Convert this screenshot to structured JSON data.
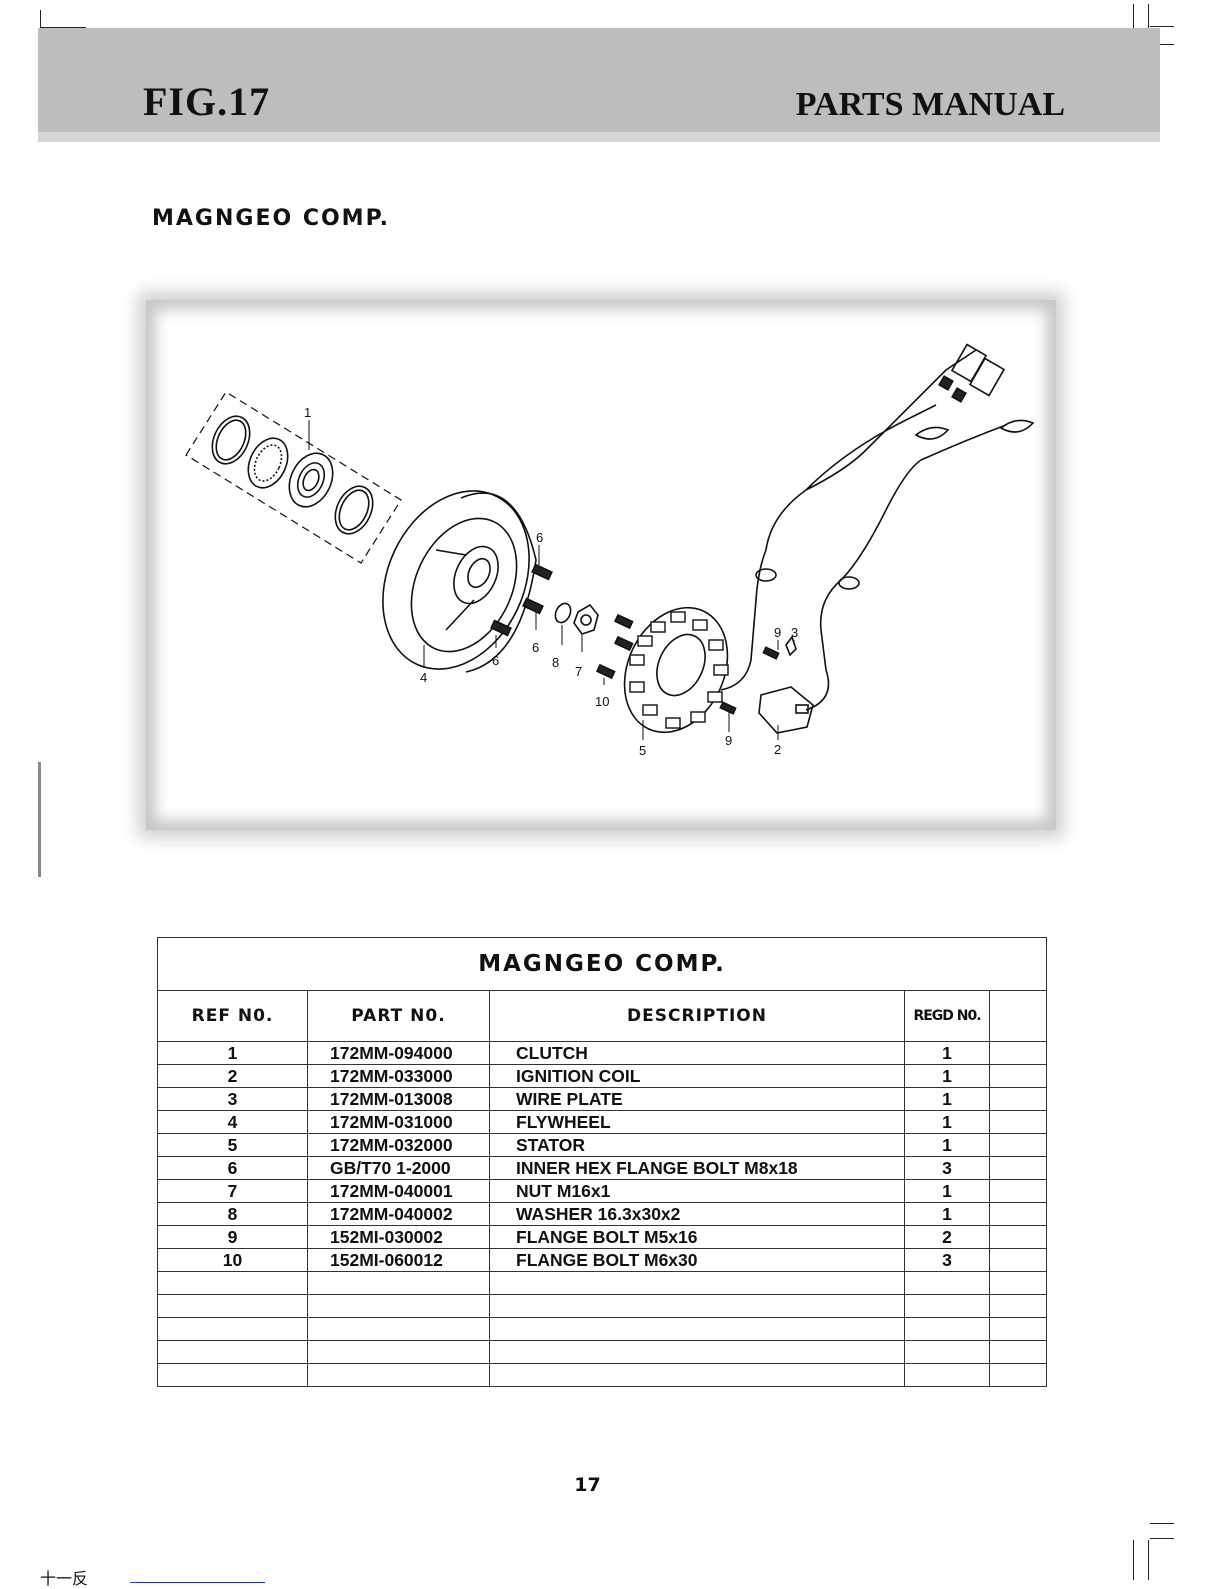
{
  "header": {
    "figure_label": "FIG.17",
    "manual_label": "PARTS MANUAL"
  },
  "section_title": "MAGNGEO COMP.",
  "diagram": {
    "callouts": [
      "1",
      "2",
      "3",
      "4",
      "5",
      "6",
      "6",
      "6",
      "7",
      "8",
      "9",
      "9",
      "10"
    ]
  },
  "table": {
    "caption": "MAGNGEO COMP.",
    "columns": [
      "REF N0.",
      "PART N0.",
      "DESCRIPTION",
      "REGD N0.",
      ""
    ],
    "rows": [
      {
        "ref": "1",
        "part": "172MM-094000",
        "desc": "CLUTCH",
        "qty": "1"
      },
      {
        "ref": "2",
        "part": "172MM-033000",
        "desc": "IGNITION COIL",
        "qty": "1"
      },
      {
        "ref": "3",
        "part": "172MM-013008",
        "desc": "WIRE PLATE",
        "qty": "1"
      },
      {
        "ref": "4",
        "part": "172MM-031000",
        "desc": "FLYWHEEL",
        "qty": "1"
      },
      {
        "ref": "5",
        "part": "172MM-032000",
        "desc": "STATOR",
        "qty": "1"
      },
      {
        "ref": "6",
        "part": "GB/T70 1-2000",
        "desc": "INNER HEX FLANGE BOLT M8x18",
        "qty": "3"
      },
      {
        "ref": "7",
        "part": "172MM-040001",
        "desc": "NUT M16x1",
        "qty": "1"
      },
      {
        "ref": "8",
        "part": "172MM-040002",
        "desc": "WASHER 16.3x30x2",
        "qty": "1"
      },
      {
        "ref": "9",
        "part": "152MI-030002",
        "desc": "FLANGE BOLT M5x16",
        "qty": "2"
      },
      {
        "ref": "10",
        "part": "152MI-060012",
        "desc": "FLANGE BOLT M6x30",
        "qty": "3"
      }
    ],
    "empty_rows": 5
  },
  "page_number": "17",
  "footer_note": "十一反"
}
